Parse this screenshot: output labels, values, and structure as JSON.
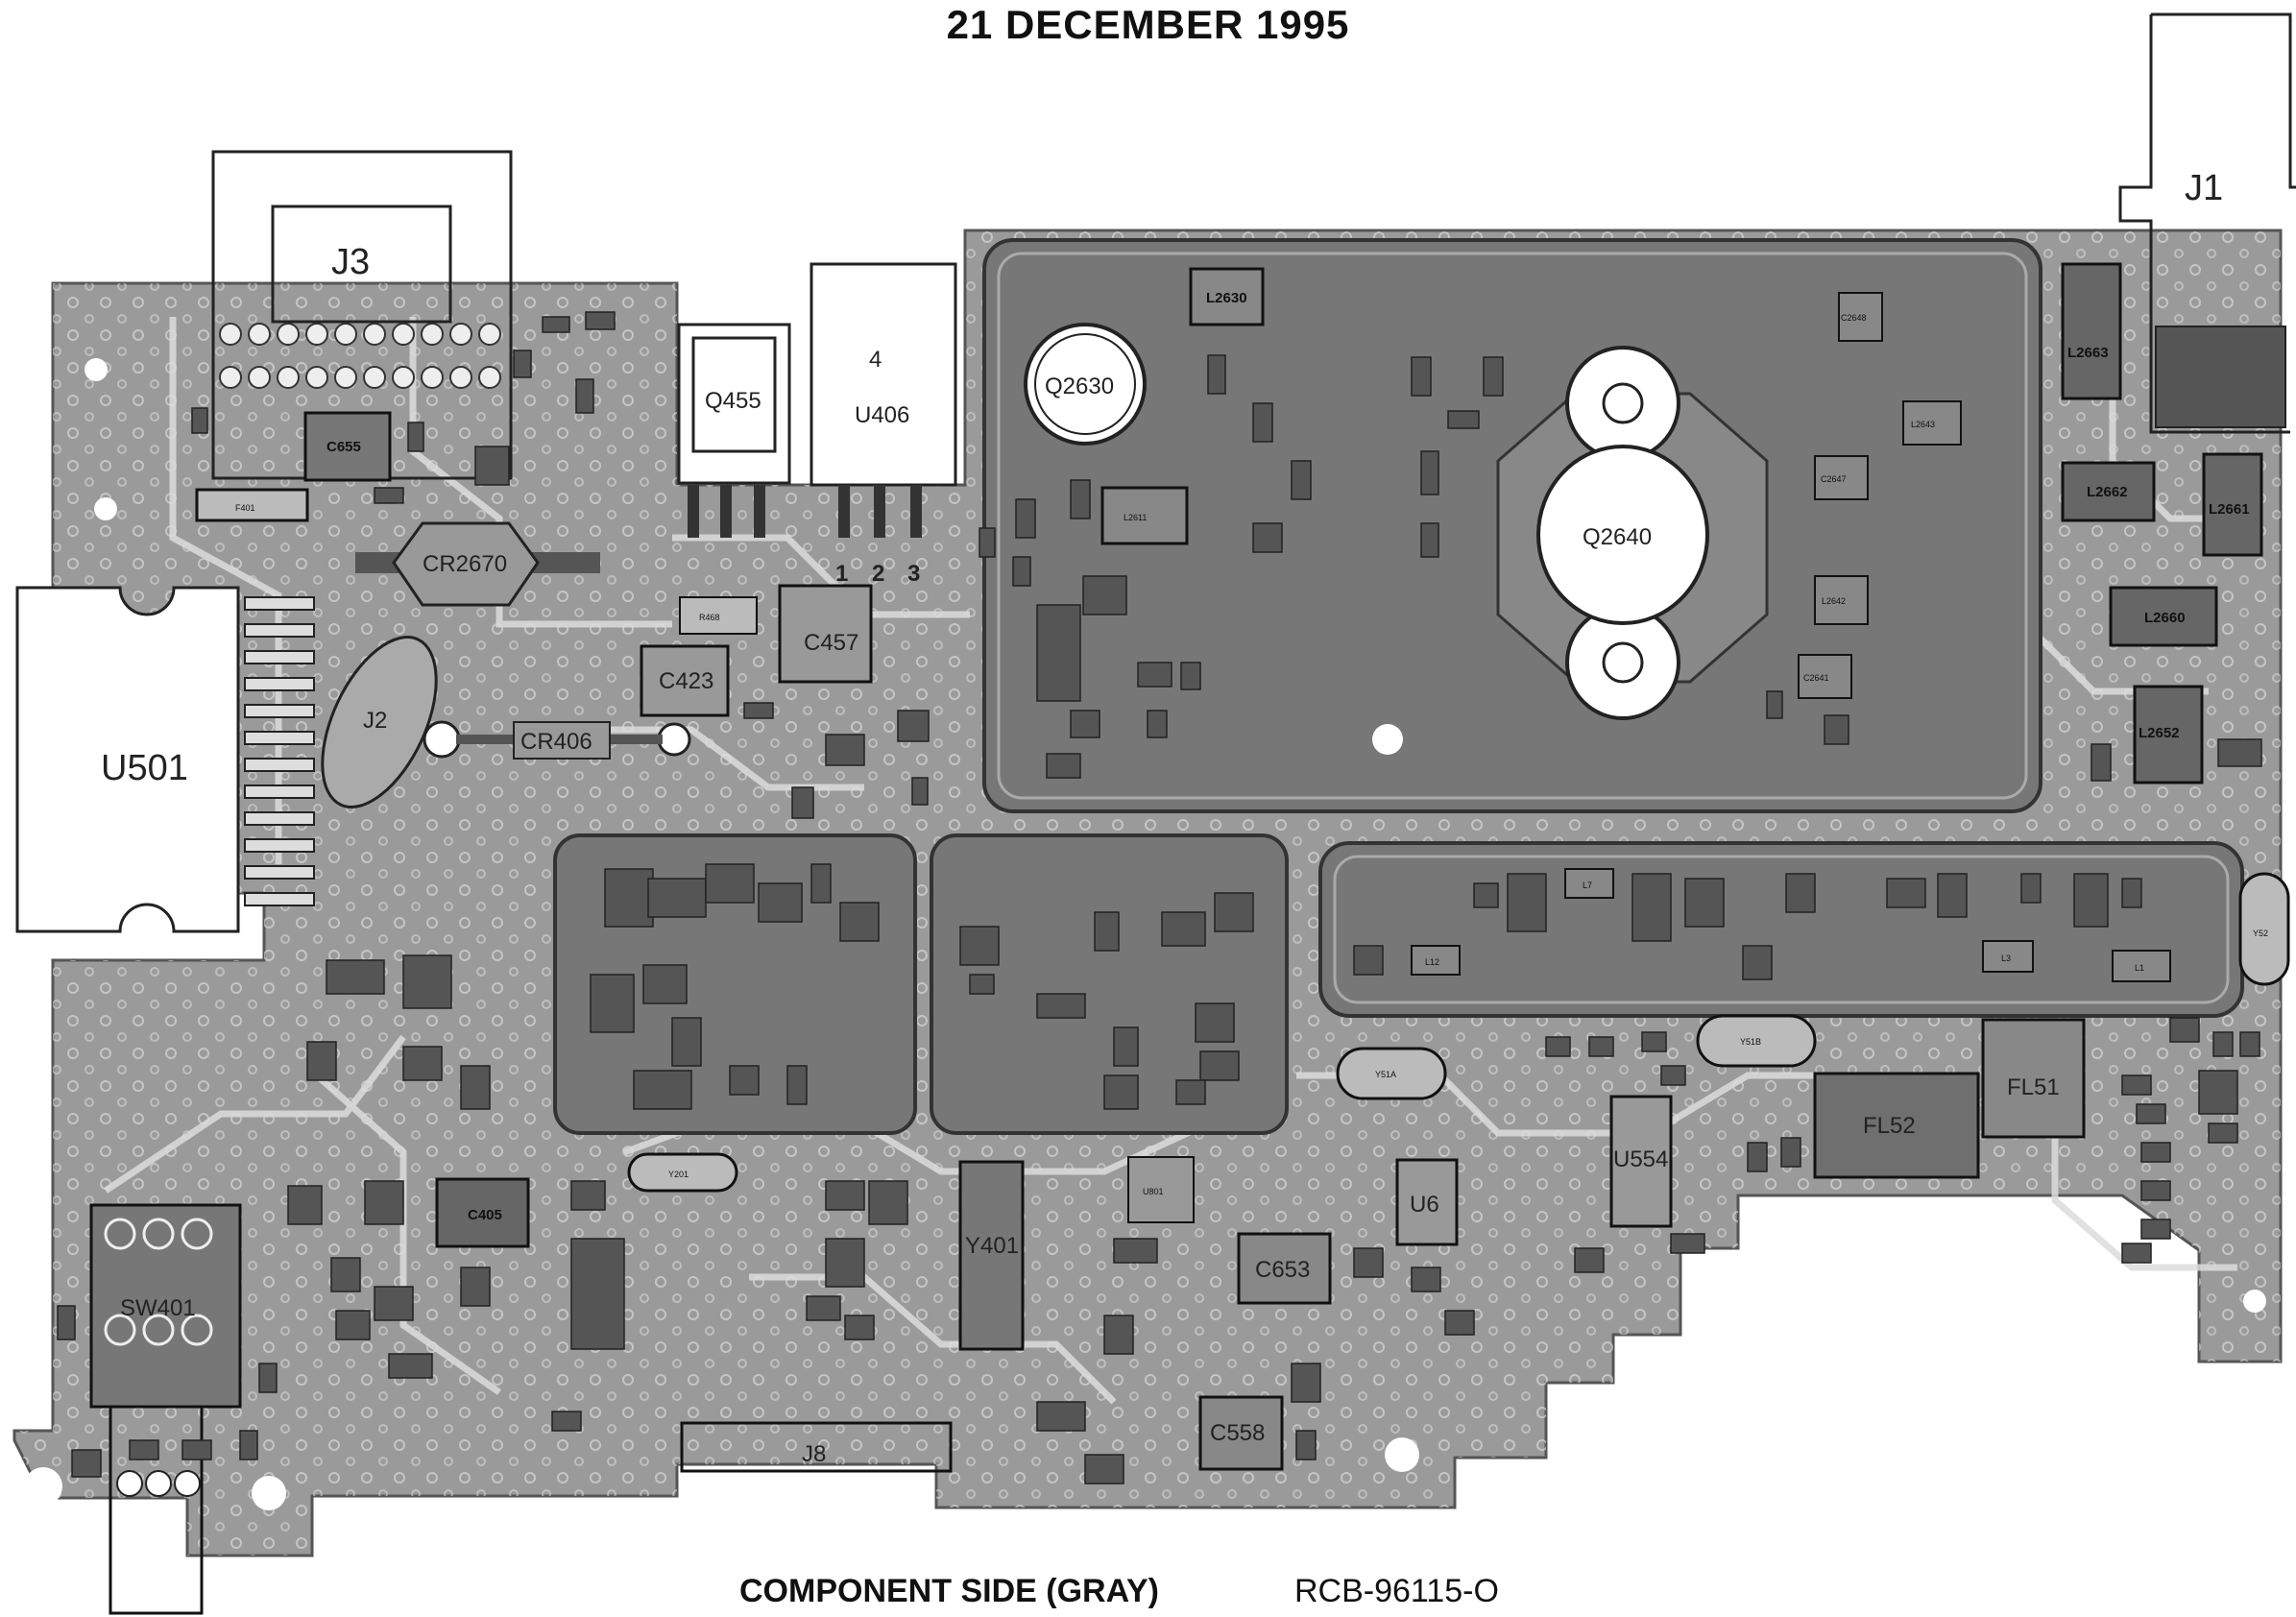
{
  "title": "21 DECEMBER 1995",
  "caption": {
    "side": "COMPONENT SIDE (GRAY)",
    "drawing_number": "RCB-96115-O"
  },
  "colors": {
    "board": "#9a9a9a",
    "board_dark": "#6f6f6f",
    "trace": "#d8d8d8",
    "pad": "#f2f2f2",
    "part": "#555555",
    "ink": "#111111"
  },
  "labels": {
    "j1": "J1",
    "j2": "J2",
    "j3": "J3",
    "j8": "J8",
    "u501": "U501",
    "u406": "U406",
    "u406_pin": "4",
    "q455": "Q455",
    "q2630": "Q2630",
    "q2640": "Q2640",
    "cr2670": "CR2670",
    "cr406": "CR406",
    "sw401": "SW401",
    "y401": "Y401",
    "u6": "U6",
    "u554": "U554",
    "fl51": "FL51",
    "fl52": "FL52",
    "c653": "C653",
    "c558": "C558",
    "c457": "C457",
    "c423": "C423",
    "c405": "C405",
    "c655": "C655",
    "l2630": "L2630",
    "l2661": "L2661",
    "l2662": "L2662",
    "l2663": "L2663",
    "l2660": "L2660",
    "l2652": "L2652",
    "l2643": "L2643",
    "l2642": "L2642",
    "c2647": "C2647",
    "c2648": "C2648",
    "c2641": "C2641",
    "l2611": "L2611",
    "y51a": "Y51A",
    "y51b": "Y51B",
    "y201": "Y201",
    "f401": "F401",
    "r468": "R468",
    "u801": "U801",
    "l7": "L7",
    "l12": "L12",
    "l3": "L3",
    "l1": "L1",
    "y52": "Y52",
    "pin1": "1",
    "pin2": "2",
    "pin3": "3"
  }
}
